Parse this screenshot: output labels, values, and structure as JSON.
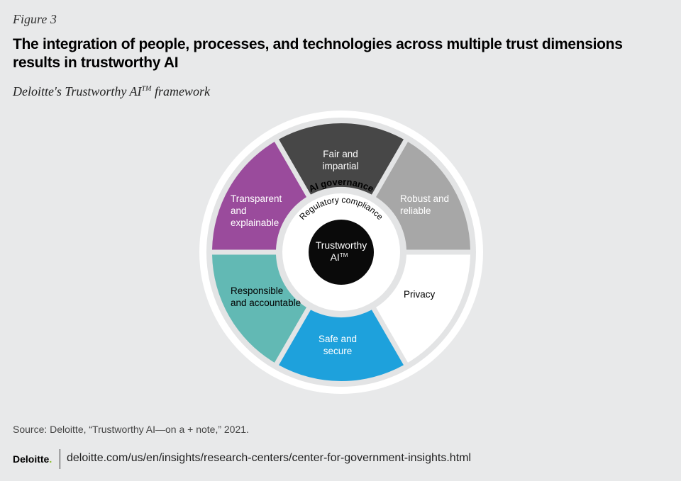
{
  "figure_label": "Figure 3",
  "title": "The integration of people, processes, and technologies across multiple trust dimensions results in trustworthy AI",
  "subtitle": "Deloitte's Trustworthy AI",
  "subtitle_tm": "TM",
  "subtitle_end": " framework",
  "diagram": {
    "center": {
      "line1": "Trustworthy",
      "line2": "AI",
      "tm": "TM"
    },
    "inner_ring_label": "Regulatory compliance",
    "outer_ring_label": "AI governance",
    "segments": [
      {
        "lines": [
          "Fair and",
          "impartial"
        ],
        "color": "#474747",
        "text_color": "#ffffff"
      },
      {
        "lines": [
          "Robust and",
          "reliable"
        ],
        "color": "#a7a7a7",
        "text_color": "#ffffff"
      },
      {
        "lines": [
          "Privacy"
        ],
        "color": "#ffffff",
        "text_color": "#000000"
      },
      {
        "lines": [
          "Safe and",
          "secure"
        ],
        "color": "#1ea1dc",
        "text_color": "#ffffff"
      },
      {
        "lines": [
          "Responsible",
          "and accountable"
        ],
        "color": "#62b9b4",
        "text_color": "#000000"
      },
      {
        "lines": [
          "Transparent",
          "and",
          "explainable"
        ],
        "color": "#9a4b9c",
        "text_color": "#ffffff"
      }
    ]
  },
  "source": "Source: Deloitte, “Trustworthy AI—on a + note,” 2021.",
  "footer": {
    "logo": "Deloitte",
    "logo_dot": ".",
    "url": "deloitte.com/us/en/insights/research-centers/center-for-government-insights.html"
  }
}
